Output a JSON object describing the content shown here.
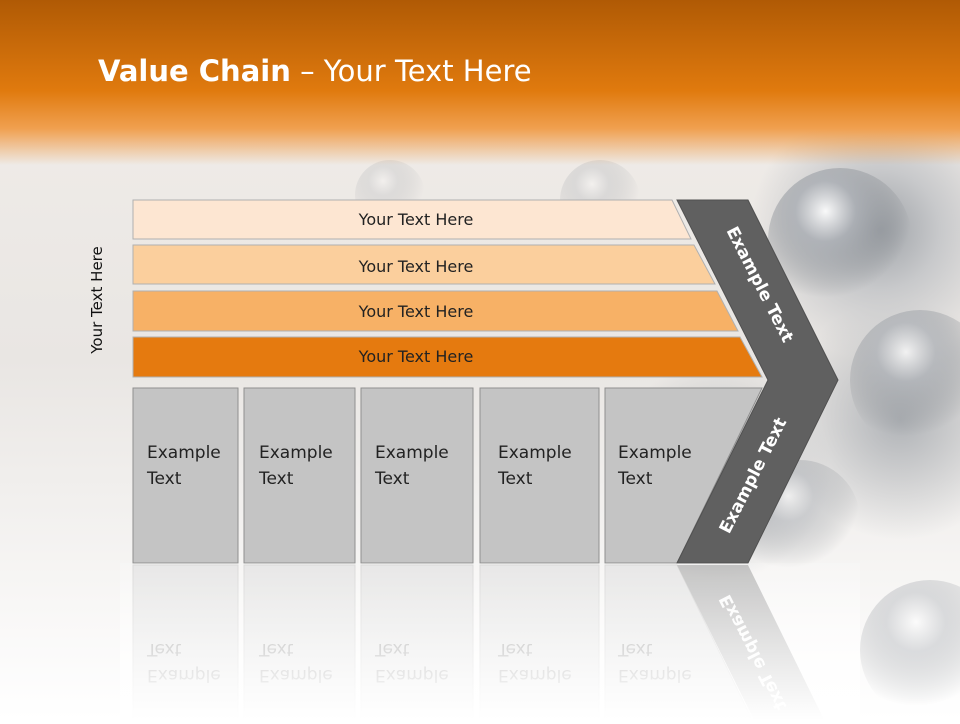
{
  "title": {
    "bold": "Value Chain",
    "rest": " – Your Text Here"
  },
  "side_label": "Your Text Here",
  "bands": [
    {
      "label": "Your Text Here",
      "color": "#fde6d2"
    },
    {
      "label": "Your Text Here",
      "color": "#fbcf9d"
    },
    {
      "label": "Your Text Here",
      "color": "#f7b166"
    },
    {
      "label": "Your Text Here",
      "color": "#e57a0f"
    }
  ],
  "columns": [
    {
      "line1": "Example",
      "line2": "Text"
    },
    {
      "line1": "Example",
      "line2": "Text"
    },
    {
      "line1": "Example",
      "line2": "Text"
    },
    {
      "line1": "Example",
      "line2": "Text"
    },
    {
      "line1": "Example",
      "line2": "Text"
    }
  ],
  "chevron": {
    "upper": "Example Text",
    "lower": "Example Text",
    "color": "#606060"
  },
  "colors": {
    "header": "#e07a0e",
    "column_fill": "#c4c4c4",
    "column_stroke": "#8f8f8f"
  }
}
